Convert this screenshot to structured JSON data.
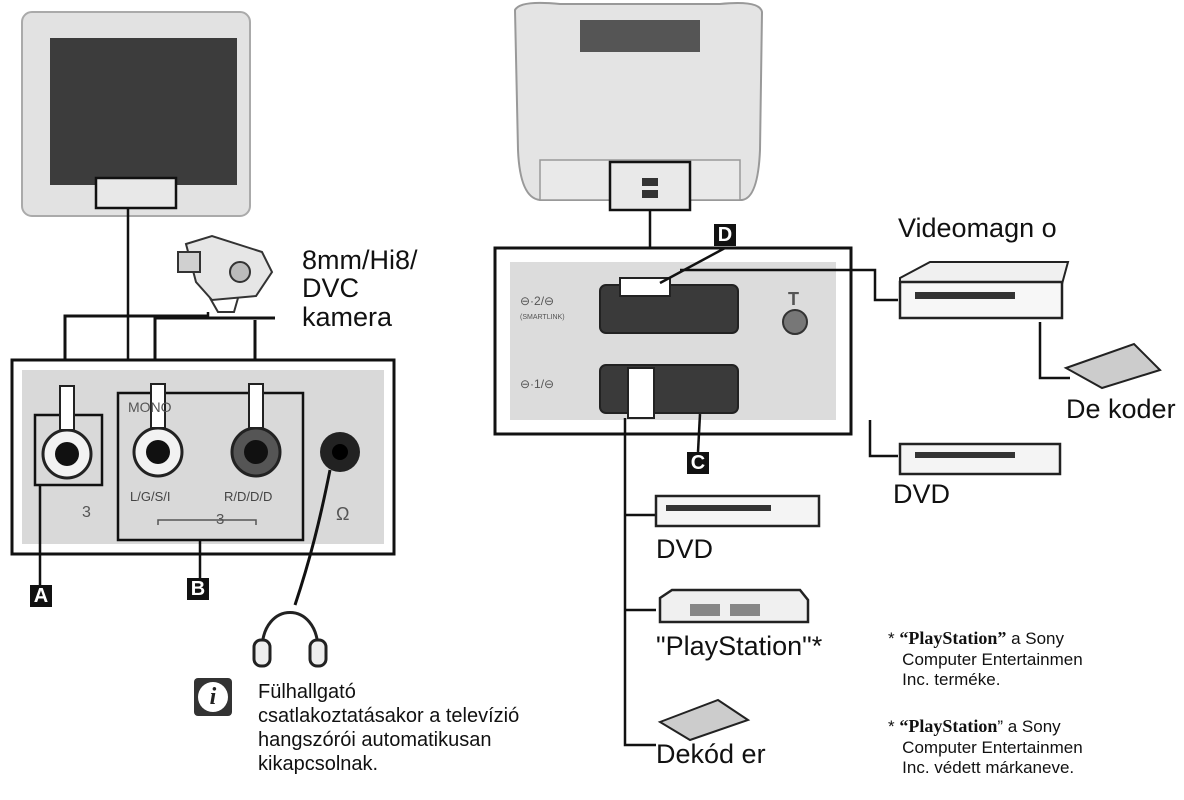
{
  "labels": {
    "camera": "8mm/Hi8/\nDVC\nkamera",
    "vcr": "Videomagn o",
    "decoder_right": "De koder",
    "dvd_right": "DVD",
    "dvd_center": "DVD",
    "playstation": "\"PlayStation\"*",
    "decoder_bottom": "Dekód er"
  },
  "badges": {
    "a": "A",
    "b": "B",
    "c": "C",
    "d": "D"
  },
  "panel": {
    "mono": "MONO",
    "jack_left": "L/G/S/I",
    "jack_right": "R/D/D/D",
    "input3_a": "3",
    "input3_b": "3",
    "headphone_symbol": "Ω",
    "scart2": "⊖·2/⊖",
    "scart2_sub": "(SMARTLINK)",
    "scart1": "⊖·1/⊖",
    "antenna_symbol": "Т"
  },
  "info": {
    "icon": "i",
    "text": "Fülhallgató\ncsatlakoztatásakor a televízió\nhangszórói automatikusan\nkikapcsolnak."
  },
  "footnotes": [
    {
      "star": "* ",
      "brand": "“PlayStation”",
      "rest": " a Sony",
      "line2": "Computer Entertainmen",
      "line3": "Inc. terméke."
    },
    {
      "star": "* ",
      "brand": "“PlayStation",
      "rest": "” a Sony",
      "line2": "Computer Entertainmen",
      "line3": "Inc. védett márkaneve."
    }
  ]
}
